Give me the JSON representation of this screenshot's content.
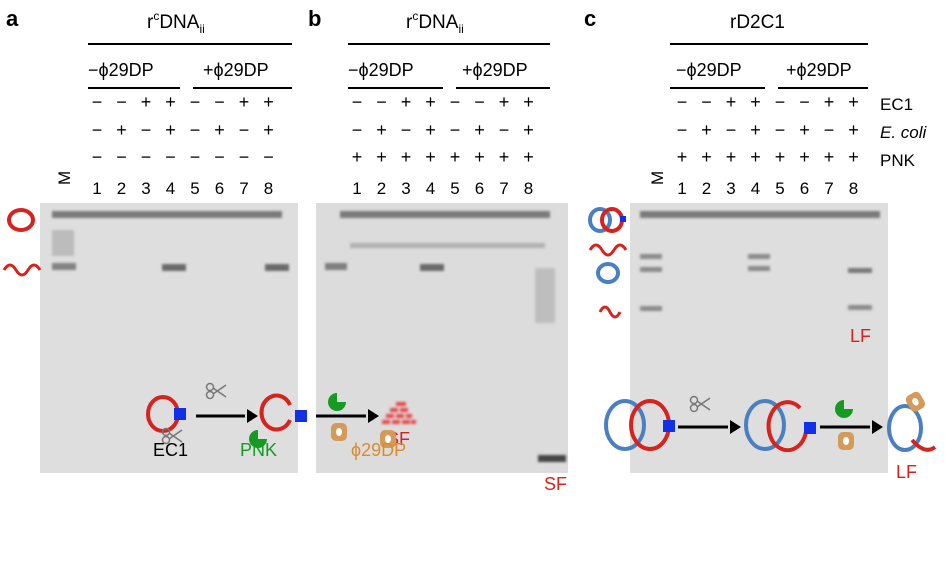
{
  "panels": {
    "a": {
      "letter": "a",
      "title": "r",
      "title_sup": "c",
      "title_main": "DNA",
      "title_sub": "ii",
      "group_minus": "−ϕ29DP",
      "group_plus": "+ϕ29DP",
      "marker": "M",
      "rows": [
        [
          "−",
          "−",
          "+",
          "+",
          "−",
          "−",
          "+",
          "+"
        ],
        [
          "−",
          "+",
          "−",
          "+",
          "−",
          "+",
          "−",
          "+"
        ],
        [
          "−",
          "−",
          "−",
          "−",
          "−",
          "−",
          "−",
          "−"
        ]
      ],
      "lanes": [
        "1",
        "2",
        "3",
        "4",
        "5",
        "6",
        "7",
        "8"
      ],
      "legend_ec1": "EC1",
      "legend_pnk": "PNK",
      "colors": {
        "circle": "#d6231e",
        "gel": "#dcdcdc"
      }
    },
    "b": {
      "letter": "b",
      "title": "r",
      "title_sup": "c",
      "title_main": "DNA",
      "title_sub": "ii",
      "group_minus": "−ϕ29DP",
      "group_plus": "+ϕ29DP",
      "rows": [
        [
          "−",
          "−",
          "+",
          "+",
          "−",
          "−",
          "+",
          "+"
        ],
        [
          "−",
          "+",
          "−",
          "+",
          "−",
          "+",
          "−",
          "+"
        ],
        [
          "+",
          "+",
          "+",
          "+",
          "+",
          "+",
          "+",
          "+"
        ]
      ],
      "lanes": [
        "1",
        "2",
        "3",
        "4",
        "5",
        "6",
        "7",
        "8"
      ],
      "product_sf": "SF",
      "legend_phi": "ϕ29DP",
      "sf_bottom": "SF"
    },
    "c": {
      "letter": "c",
      "title": "rD2C1",
      "group_minus": "−ϕ29DP",
      "group_plus": "+ϕ29DP",
      "marker": "M",
      "rows": [
        [
          "−",
          "−",
          "+",
          "+",
          "−",
          "−",
          "+",
          "+"
        ],
        [
          "−",
          "+",
          "−",
          "+",
          "−",
          "+",
          "−",
          "+"
        ],
        [
          "+",
          "+",
          "+",
          "+",
          "+",
          "+",
          "+",
          "+"
        ]
      ],
      "row_labels": [
        "EC1",
        "E. coli",
        "PNK"
      ],
      "lanes": [
        "1",
        "2",
        "3",
        "4",
        "5",
        "6",
        "7",
        "8"
      ],
      "lf_gel": "LF",
      "lf_scheme": "LF"
    }
  }
}
